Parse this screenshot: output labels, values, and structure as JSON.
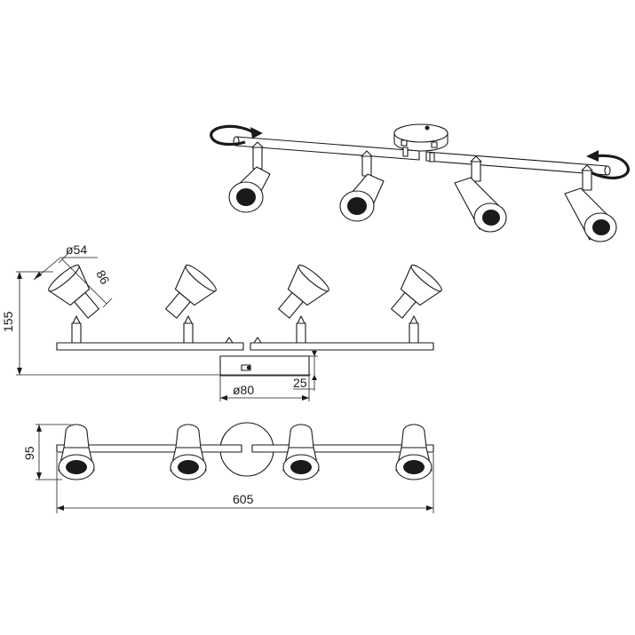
{
  "dimensions": {
    "head_diameter": "ø54",
    "head_length": "86",
    "overall_height": "155",
    "canopy_diameter": "ø80",
    "canopy_depth": "25",
    "depth": "95",
    "overall_length": "605"
  },
  "colors": {
    "line": "#1a1a1a",
    "background": "#ffffff"
  }
}
